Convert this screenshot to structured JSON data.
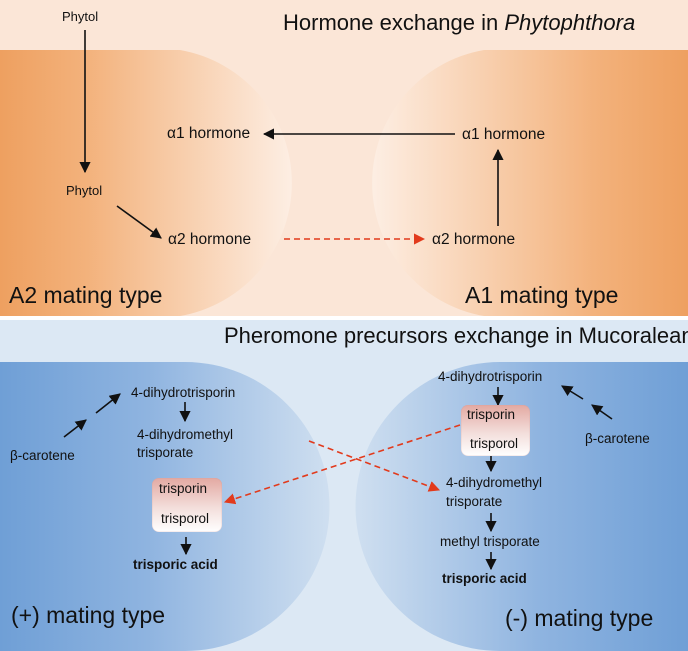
{
  "colors": {
    "top_bg": "#fbe6d7",
    "orange": "#eea060",
    "bottom_bg": "#dce8f4",
    "blue": "#7aa6d8",
    "arrow": "#111111",
    "dashed_arrow": "#e23a1c"
  },
  "top_panel": {
    "title": "Hormone exchange in ",
    "title_italic": "Phytophthora",
    "phytol_top": "Phytol",
    "phytol_mid": "Phytol",
    "a2_alpha1": "α1 hormone",
    "a2_alpha2": "α2 hormone",
    "a1_alpha1": "α1 hormone",
    "a1_alpha2": "α2 hormone",
    "a2_label": "A2 mating type",
    "a1_label": "A1 mating type"
  },
  "bottom_panel": {
    "title": "Pheromone precursors exchange in Mucoralean",
    "plus": {
      "beta_carotene": "β-carotene",
      "dihydrotrisporin": "4-dihydrotrisporin",
      "dihydromethyl_line1": "4-dihydromethyl",
      "dihydromethyl_line2": "trisporate",
      "trisporin": "trisporin",
      "trisporol": "trisporol",
      "trisporic_acid": "trisporic acid",
      "label": "(+) mating type"
    },
    "minus": {
      "dihydrotrisporin": "4-dihydrotrisporin",
      "beta_carotene": "β-carotene",
      "trisporin": "trisporin",
      "trisporol": "trisporol",
      "dihydromethyl_line1": "4-dihydromethyl",
      "dihydromethyl_line2": "trisporate",
      "methyl_trisporate": "methyl trisporate",
      "trisporic_acid": "trisporic acid",
      "label": "(-) mating type"
    }
  }
}
